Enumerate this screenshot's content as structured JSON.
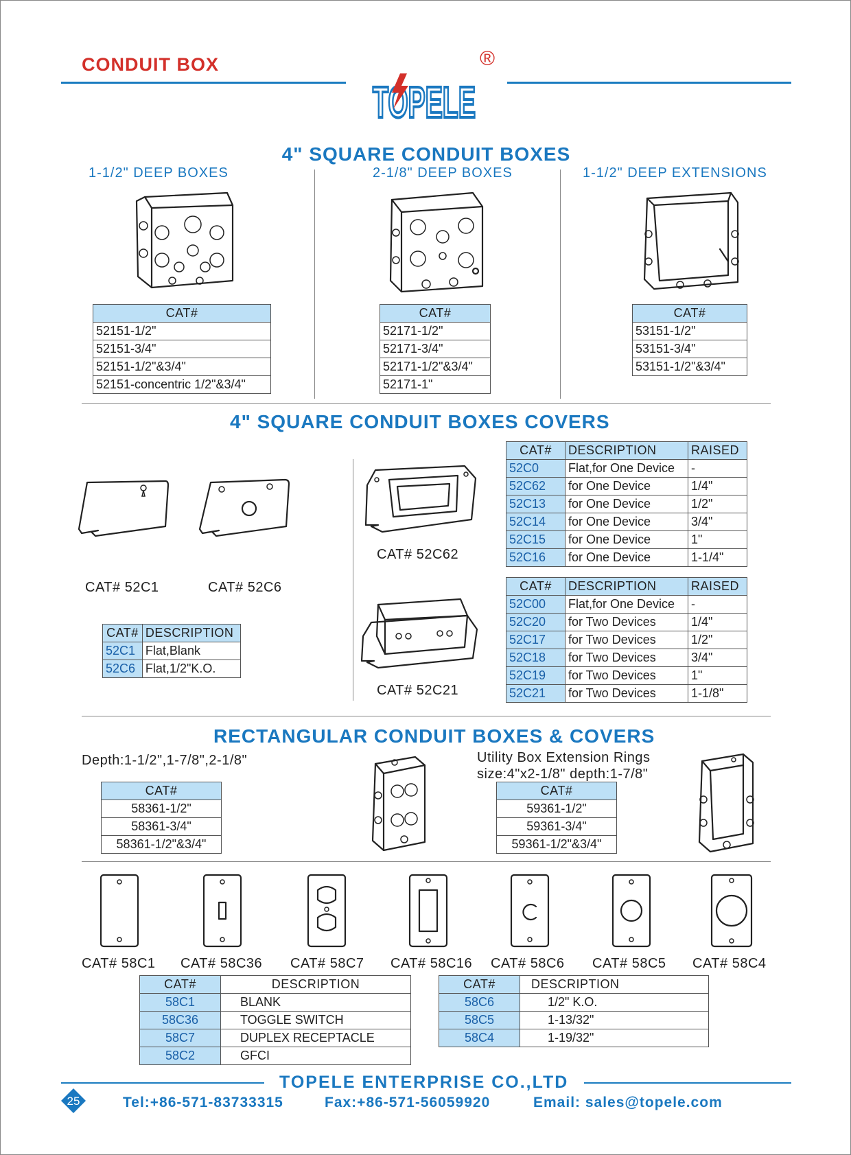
{
  "header": {
    "title": "CONDUIT BOX",
    "logo_text": "TOPELE",
    "logo_mark": "®"
  },
  "sections": {
    "square_boxes": {
      "title": "4\" SQUARE CONDUIT BOXES",
      "columns": [
        {
          "subtitle": "1-1/2\" DEEP BOXES",
          "header": "CAT#",
          "rows": [
            "52151-1/2\"",
            "52151-3/4\"",
            "52151-1/2\"&3/4\"",
            "52151-concentric 1/2\"&3/4\""
          ]
        },
        {
          "subtitle": "2-1/8\" DEEP BOXES",
          "header": "CAT#",
          "rows": [
            "52171-1/2\"",
            "52171-3/4\"",
            "52171-1/2\"&3/4\"",
            "52171-1\""
          ]
        },
        {
          "subtitle": "1-1/2\" DEEP EXTENSIONS",
          "header": "CAT#",
          "rows": [
            "53151-1/2\"",
            "53151-3/4\"",
            "53151-1/2\"&3/4\""
          ]
        }
      ]
    },
    "covers": {
      "title": "4\" SQUARE CONDUIT BOXES COVERS",
      "captions": [
        "CAT# 52C1",
        "CAT# 52C6",
        "CAT# 52C62",
        "CAT# 52C21"
      ],
      "flat_table": {
        "headers": [
          "CAT#",
          "DESCRIPTION"
        ],
        "rows": [
          [
            "52C1",
            "Flat,Blank"
          ],
          [
            "52C6",
            "Flat,1/2\"K.O."
          ]
        ]
      },
      "one_device_table": {
        "headers": [
          "CAT#",
          "DESCRIPTION",
          "RAISED"
        ],
        "rows": [
          [
            "52C0",
            "Flat,for One Device",
            "-"
          ],
          [
            "52C62",
            "for One Device",
            "1/4\""
          ],
          [
            "52C13",
            "for One Device",
            "1/2\""
          ],
          [
            "52C14",
            "for One Device",
            "3/4\""
          ],
          [
            "52C15",
            "for One Device",
            "1\""
          ],
          [
            "52C16",
            "for One Device",
            "1-1/4\""
          ]
        ]
      },
      "two_device_table": {
        "headers": [
          "CAT#",
          "DESCRIPTION",
          "RAISED"
        ],
        "rows": [
          [
            "52C00",
            "Flat,for One Device",
            "-"
          ],
          [
            "52C20",
            "for Two Devices",
            "1/4\""
          ],
          [
            "52C17",
            "for Two Devices",
            "1/2\""
          ],
          [
            "52C18",
            "for Two Devices",
            "3/4\""
          ],
          [
            "52C19",
            "for Two Devices",
            "1\""
          ],
          [
            "52C21",
            "for Two Devices",
            "1-1/8\""
          ]
        ]
      }
    },
    "rectangular": {
      "title": "RECTANGULAR CONDUIT BOXES & COVERS",
      "depth_label": "Depth:1-1/2\",1-7/8\",2-1/8\"",
      "boxes_table": {
        "header": "CAT#",
        "rows": [
          "58361-1/2\"",
          "58361-3/4\"",
          "58361-1/2\"&3/4\""
        ]
      },
      "ext_label_1": "Utility Box Extension Rings",
      "ext_label_2": "size:4\"x2-1/8\" depth:1-7/8\"",
      "ext_table": {
        "header": "CAT#",
        "rows": [
          "59361-1/2\"",
          "59361-3/4\"",
          "59361-1/2\"&3/4\""
        ]
      },
      "cover_captions": [
        "CAT# 58C1",
        "CAT# 58C36",
        "CAT# 58C7",
        "CAT# 58C16",
        "CAT# 58C6",
        "CAT# 58C5",
        "CAT# 58C4"
      ],
      "cover_table_a": {
        "headers": [
          "CAT#",
          "DESCRIPTION"
        ],
        "rows": [
          [
            "58C1",
            "BLANK"
          ],
          [
            "58C36",
            "TOGGLE SWITCH"
          ],
          [
            "58C7",
            "DUPLEX RECEPTACLE"
          ],
          [
            "58C2",
            "GFCI"
          ]
        ]
      },
      "cover_table_b": {
        "headers": [
          "CAT#",
          "DESCRIPTION"
        ],
        "rows": [
          [
            "58C6",
            "1/2\" K.O."
          ],
          [
            "58C5",
            "1-13/32\""
          ],
          [
            "58C4",
            "1-19/32\""
          ]
        ]
      }
    }
  },
  "footer": {
    "company": "TOPELE   ENTERPRISE   CO.,LTD",
    "page_number": "25",
    "tel": "Tel:+86-571-83733315",
    "fax": "Fax:+86-571-56059920",
    "email": "Email: sales@topele.com"
  },
  "colors": {
    "accent_blue": "#1a78c0",
    "title_red": "#d3302a",
    "table_header": "#bde0f6"
  }
}
